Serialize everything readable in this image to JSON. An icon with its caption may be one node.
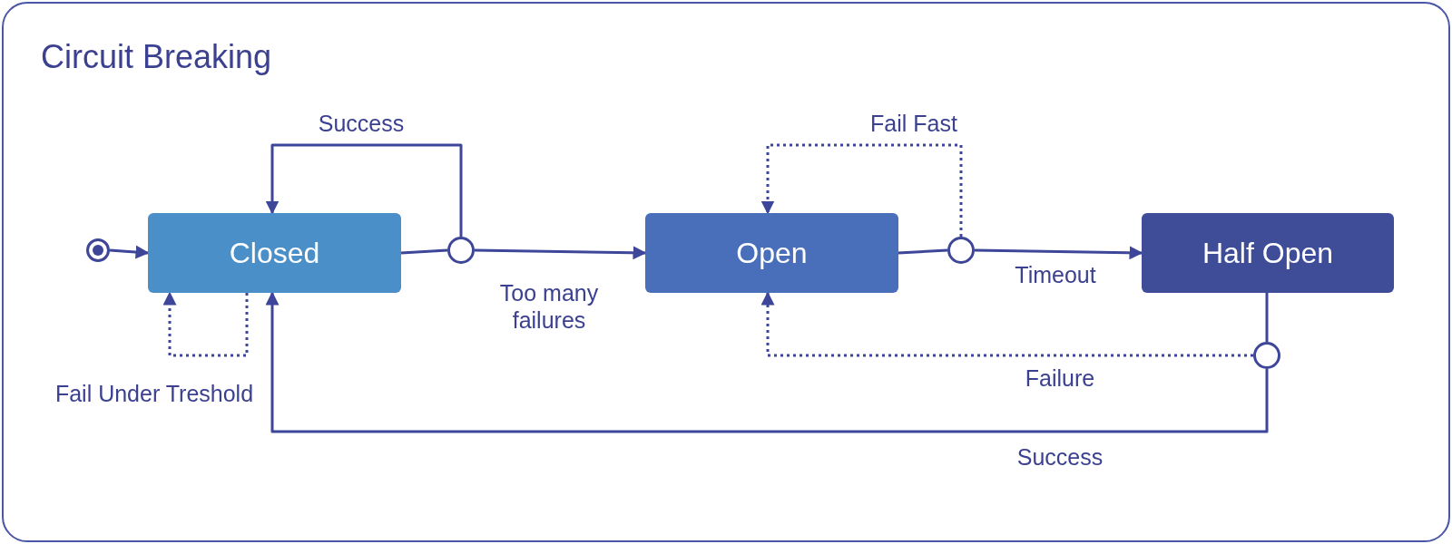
{
  "diagram": {
    "title": "Circuit Breaking",
    "nodes": [
      {
        "text": [],
        "shape": "bullseye"
      },
      {
        "text": [
          "Closed"
        ]
      },
      {
        "text": [],
        "shape": "circle"
      },
      {
        "text": [
          "Open"
        ]
      },
      {
        "text": [],
        "shape": "circle"
      },
      {
        "text": [
          "Half Open"
        ]
      },
      {
        "text": [],
        "shape": "circle"
      }
    ],
    "edges": [
      {
        "from": 0,
        "to": 1,
        "arrow": "to"
      },
      {
        "from": 1,
        "to": 2,
        "arrow": "none"
      },
      {
        "from": 2,
        "to": 1,
        "arrow": "to",
        "label": "Success"
      },
      {
        "from": 2,
        "to": 3,
        "arrow": "to",
        "label": "Too many failures"
      },
      {
        "from": 1,
        "to": 1,
        "arrow": "to",
        "label": "Fail Under Treshold",
        "style": "dashed"
      },
      {
        "from": 3,
        "to": 4,
        "arrow": "none"
      },
      {
        "from": 4,
        "to": 3,
        "arrow": "to",
        "label": "Fail Fast",
        "style": "dashed"
      },
      {
        "from": 4,
        "to": 5,
        "arrow": "to",
        "label": "Timeout"
      },
      {
        "from": 5,
        "to": 6,
        "arrow": "none"
      },
      {
        "from": 6,
        "to": 3,
        "arrow": "to",
        "label": "Failure",
        "style": "dashed"
      },
      {
        "from": 6,
        "to": 1,
        "arrow": "to",
        "label": "Success"
      }
    ]
  }
}
